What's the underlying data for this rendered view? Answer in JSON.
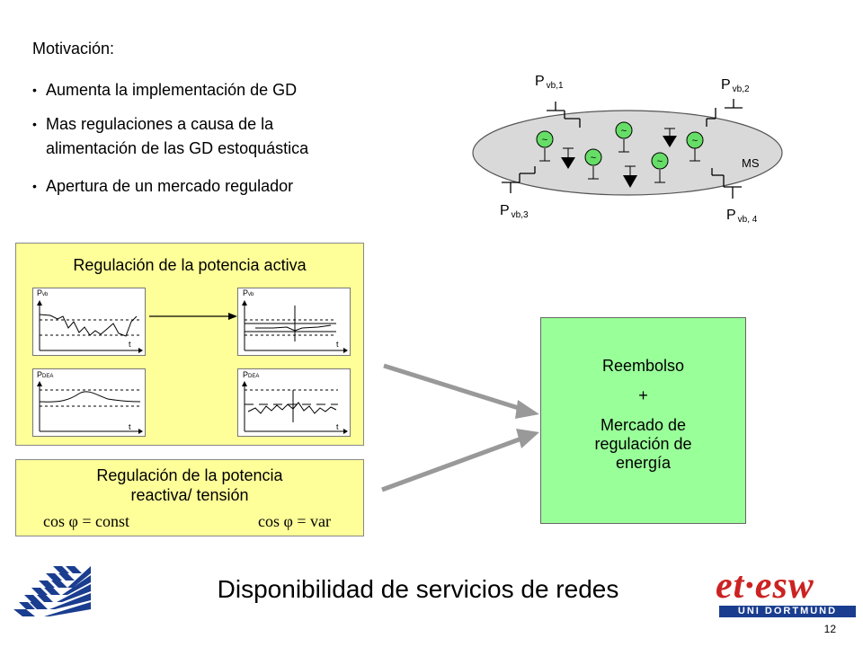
{
  "motivation": {
    "title": "Motivación:",
    "bullets": [
      "Aumenta la implementación de GD",
      "Mas regulaciones a causa de la",
      "alimentación de las GD estoquástica",
      "Apertura de un mercado regulador"
    ],
    "bullet_symbol": "•"
  },
  "network": {
    "nodes": [
      {
        "main": "P",
        "sub": "vb,1"
      },
      {
        "main": "P",
        "sub": "vb,2"
      },
      {
        "main": "P",
        "sub": "vb,3"
      },
      {
        "main": "P",
        "sub": "vb, 4"
      }
    ],
    "ms_label": "MS",
    "generator_symbol": "~"
  },
  "active_box": {
    "title": "Regulación de la potencia activa",
    "charts": [
      {
        "y_main": "P",
        "y_sub": "vb",
        "x": "t"
      },
      {
        "y_main": "P",
        "y_sub": "vb",
        "x": "t"
      },
      {
        "y_main": "P",
        "y_sub": "DEA",
        "x": "t"
      },
      {
        "y_main": "P",
        "y_sub": "DEA",
        "x": "t"
      }
    ]
  },
  "reactive_box": {
    "title_line1": "Regulación de la potencia",
    "title_line2": "reactiva/ tensión",
    "formula_left": "cos φ = const",
    "formula_right": "cos φ = var"
  },
  "result_box": {
    "line1": "Reembolso",
    "line2": "+",
    "line3": "Mercado de",
    "line4": "regulación de",
    "line5": "energía"
  },
  "footer": {
    "title": "Disponibilidad de servicios de redes",
    "page_number": "12",
    "logo_right_main": "et·esw",
    "logo_right_sub": "UNI DORTMUND"
  },
  "colors": {
    "box_yellow": "#ffff99",
    "box_green": "#99ff99",
    "ellipse_gray": "#d9d9d9",
    "generator_green": "#66dd66",
    "logo_red": "#cc2222",
    "logo_blue": "#1a3d8f",
    "arrow_gray": "#999999"
  }
}
